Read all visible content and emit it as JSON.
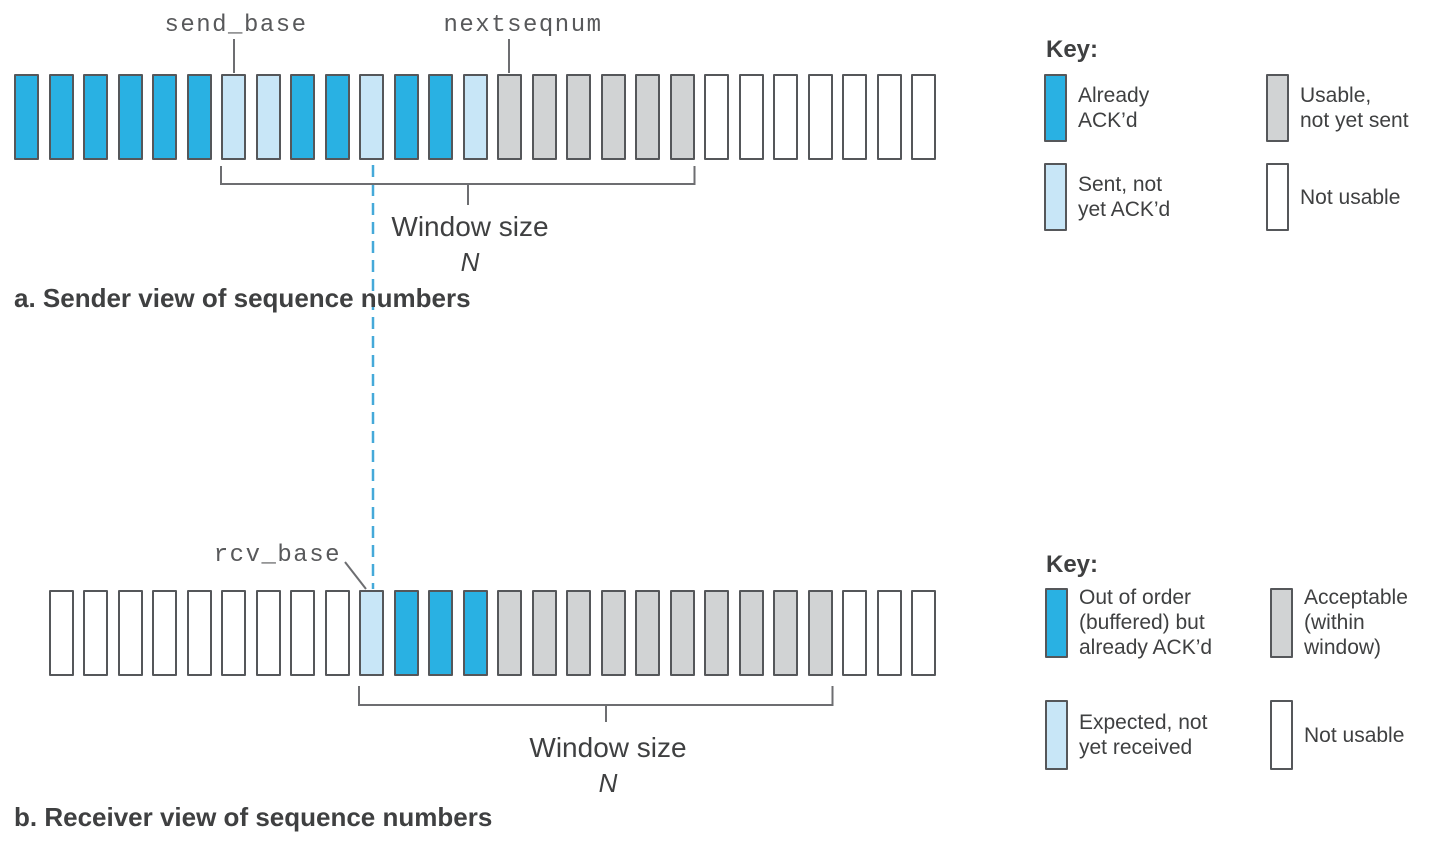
{
  "pointer_labels": {
    "send_base": "send_base",
    "nextseqnum": "nextseqnum",
    "rcv_base": "rcv_base"
  },
  "sender": {
    "caption": "a. Sender view of sequence numbers",
    "window_label": "Window size",
    "window_size_symbol": "N",
    "boxes": [
      "already_acked",
      "already_acked",
      "already_acked",
      "already_acked",
      "already_acked",
      "already_acked",
      "sent_not_acked",
      "sent_not_acked",
      "already_acked",
      "already_acked",
      "sent_not_acked",
      "already_acked",
      "already_acked",
      "sent_not_acked",
      "usable",
      "usable",
      "usable",
      "usable",
      "usable",
      "usable",
      "not_usable",
      "not_usable",
      "not_usable",
      "not_usable",
      "not_usable",
      "not_usable",
      "not_usable"
    ],
    "key": {
      "title": "Key:",
      "items": [
        {
          "state": "already_acked",
          "lines": [
            "Already",
            "ACK’d"
          ]
        },
        {
          "state": "usable",
          "lines": [
            "Usable,",
            "not yet sent"
          ]
        },
        {
          "state": "sent_not_acked",
          "lines": [
            "Sent, not",
            "yet ACK’d"
          ]
        },
        {
          "state": "not_usable",
          "lines": [
            "Not usable"
          ]
        }
      ]
    }
  },
  "receiver": {
    "caption": "b. Receiver view of sequence numbers",
    "window_label": "Window size",
    "window_size_symbol": "N",
    "boxes": [
      "not_usable",
      "not_usable",
      "not_usable",
      "not_usable",
      "not_usable",
      "not_usable",
      "not_usable",
      "not_usable",
      "not_usable",
      "expected",
      "buffered",
      "buffered",
      "buffered",
      "acceptable",
      "acceptable",
      "acceptable",
      "acceptable",
      "acceptable",
      "acceptable",
      "acceptable",
      "acceptable",
      "acceptable",
      "acceptable",
      "not_usable",
      "not_usable",
      "not_usable"
    ],
    "key": {
      "title": "Key:",
      "items": [
        {
          "state": "buffered",
          "lines": [
            "Out of order",
            "(buffered) but",
            "already ACK’d"
          ]
        },
        {
          "state": "acceptable",
          "lines": [
            "Acceptable",
            "(within",
            "window)"
          ]
        },
        {
          "state": "expected",
          "lines": [
            "Expected, not",
            "yet received"
          ]
        },
        {
          "state": "not_usable",
          "lines": [
            "Not usable"
          ]
        }
      ]
    }
  },
  "state_colors": {
    "already_acked": "#29b1e3",
    "sent_not_acked": "#c8e6f7",
    "usable": "#d1d3d4",
    "not_usable": "#ffffff",
    "buffered": "#29b1e3",
    "expected": "#c8e6f7",
    "acceptable": "#d1d3d4"
  },
  "accent_colors": {
    "box_border": "#55575a",
    "line_gray": "#6d6e71",
    "text_dark": "#3f4041",
    "mono_label_gray": "#58595b",
    "dashed_line_blue": "#45a9d9"
  }
}
